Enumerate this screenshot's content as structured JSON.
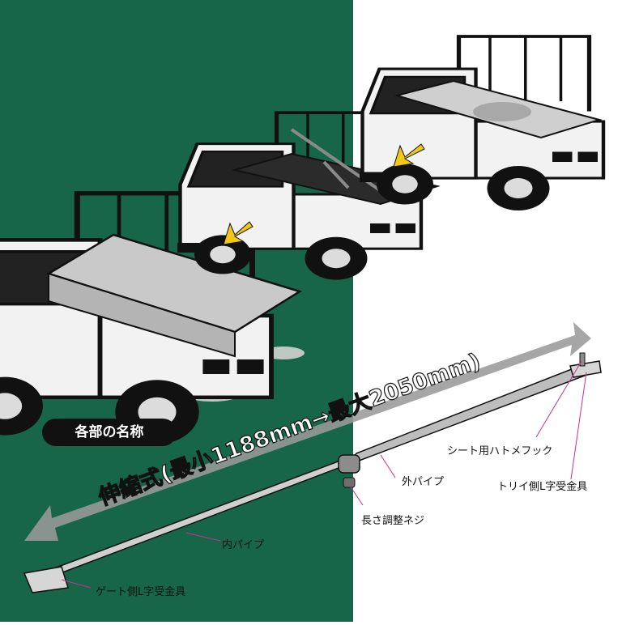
{
  "colors": {
    "green_panel": "#17664a",
    "truck_body": "#f2f2f2",
    "outline": "#111111",
    "tarp": "#c9c9c9",
    "arrow_yellow": "#f2c811",
    "arrow_gray": "#9a9a9a",
    "pole": "#bdbdbd",
    "leader_line": "#c8328c"
  },
  "section_label": "各部の名称",
  "dimension_text": "伸縮式(最小1188mm→最大2050mm)",
  "labels": {
    "hook": "シート用ハトメフック",
    "outer_pipe": "外パイプ",
    "tory_side_bracket": "トリイ側L字受金具",
    "length_screw": "長さ調整ネジ",
    "inner_pipe": "内パイプ",
    "gate_side_bracket": "ゲート側L字受金具"
  }
}
